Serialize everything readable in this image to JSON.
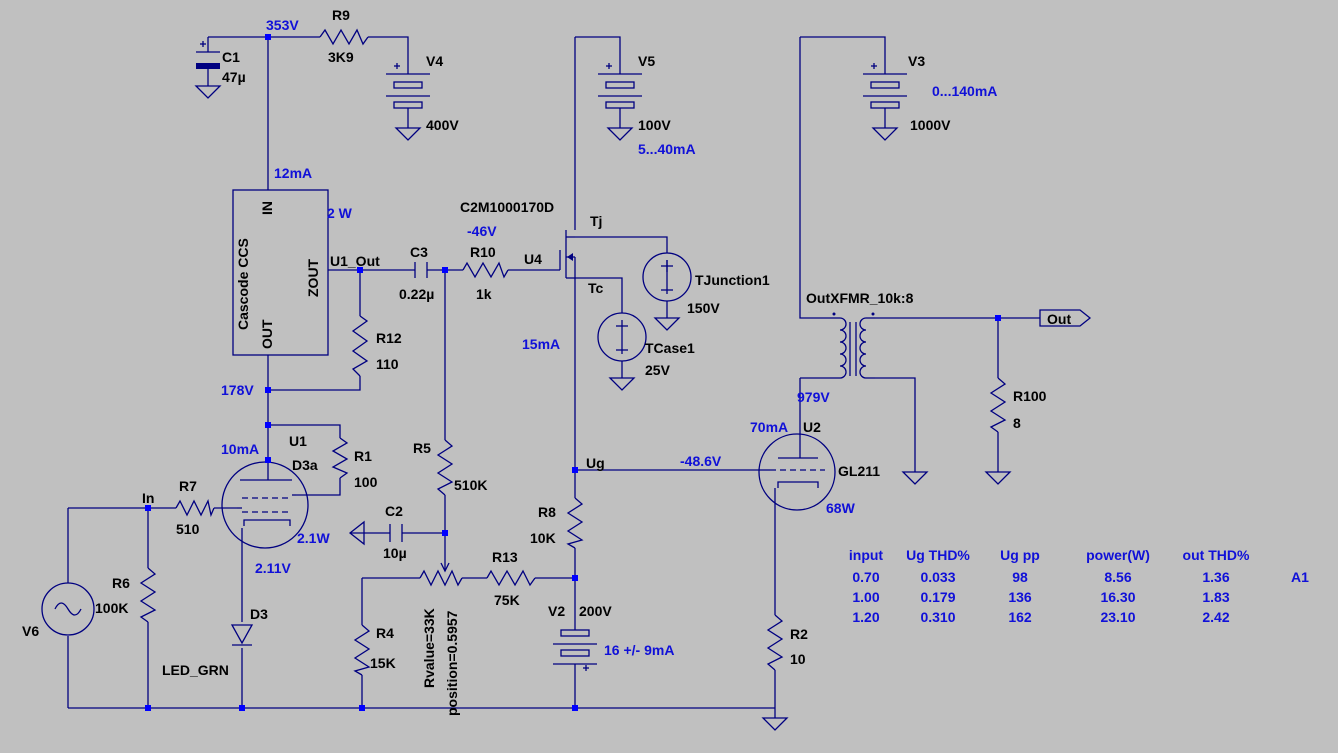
{
  "colors": {
    "background": "#c0c0c0",
    "wire": "#000080",
    "netlabel": "#1010d8",
    "junction": "#0000ff"
  },
  "components": {
    "c1": {
      "ref": "C1",
      "value": "47µ"
    },
    "r9": {
      "ref": "R9",
      "value": "3K9"
    },
    "v4": {
      "ref": "V4",
      "value": "400V"
    },
    "v5": {
      "ref": "V5",
      "value": "100V",
      "note": "5...40mA"
    },
    "v3": {
      "ref": "V3",
      "value": "1000V",
      "note": "0...140mA"
    },
    "ccs": {
      "title": "Cascode CCS",
      "in": "IN",
      "zout": "ZOUT",
      "out": "OUT"
    },
    "c3": {
      "ref": "C3",
      "value": "0.22µ"
    },
    "r10": {
      "ref": "R10",
      "value": "1k"
    },
    "u4": {
      "ref": "U4",
      "part": "C2M1000170D",
      "tj": "Tj",
      "tc": "Tc"
    },
    "tjunction": {
      "ref": "TJunction1",
      "value": "150V"
    },
    "tcase": {
      "ref": "TCase1",
      "value": "25V"
    },
    "xfmr": {
      "ref": "OutXFMR_10k:8"
    },
    "r12": {
      "ref": "R12",
      "value": "110"
    },
    "u1": {
      "ref": "U1",
      "part": "D3a"
    },
    "r1": {
      "ref": "R1",
      "value": "100"
    },
    "r5": {
      "ref": "R5",
      "value": "510K"
    },
    "r7": {
      "ref": "R7",
      "value": "510"
    },
    "c2": {
      "ref": "C2",
      "value": "10µ"
    },
    "r6": {
      "ref": "R6",
      "value": "100K"
    },
    "v6": {
      "ref": "V6"
    },
    "d3": {
      "ref": "D3",
      "value": "LED_GRN"
    },
    "r4": {
      "ref": "R4",
      "value": "15K"
    },
    "pot": {
      "rvalue": "Rvalue=33K",
      "position": "position=0.5957"
    },
    "r13": {
      "ref": "R13",
      "value": "75K"
    },
    "r8": {
      "ref": "R8",
      "value": "10K"
    },
    "v2": {
      "ref": "V2",
      "value": "200V",
      "note": "16 +/- 9mA"
    },
    "u2": {
      "ref": "U2",
      "part": "GL211"
    },
    "r2": {
      "ref": "R2",
      "value": "10"
    },
    "r100": {
      "ref": "R100",
      "value": "8"
    }
  },
  "nets": {
    "u1_out": "U1_Out",
    "ug": "Ug",
    "in": "In",
    "out": "Out"
  },
  "annotations": {
    "v353": "353V",
    "i12": "12mA",
    "p2w": "2 W",
    "vm46": "-46V",
    "i15": "15mA",
    "v178": "178V",
    "i10": "10mA",
    "p21": "2.1W",
    "v211": "2.11V",
    "vm486": "-48.6V",
    "i70": "70mA",
    "v979": "979V",
    "p68": "68W"
  },
  "results_table": {
    "headers": [
      "input",
      "Ug THD%",
      "Ug pp",
      "power(W)",
      "out THD%"
    ],
    "rows": [
      [
        "0.70",
        "0.033",
        "98",
        "8.56",
        "1.36"
      ],
      [
        "1.00",
        "0.179",
        "136",
        "16.30",
        "1.83"
      ],
      [
        "1.20",
        "0.310",
        "162",
        "23.10",
        "2.42"
      ]
    ],
    "tag": "A1"
  }
}
